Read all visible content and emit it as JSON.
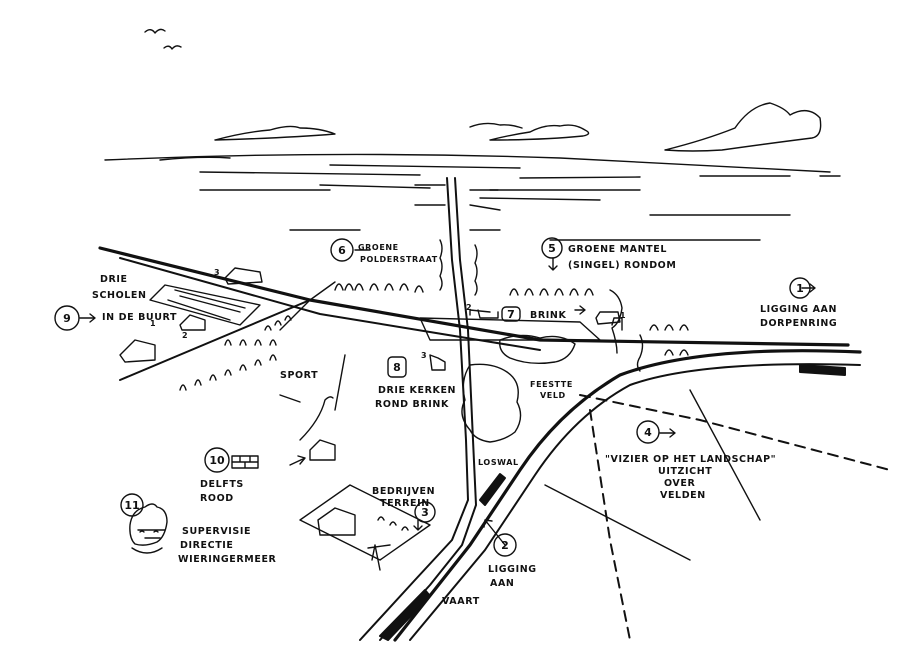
{
  "markers": [
    {
      "number": "1",
      "lines": [
        "LIGGING AAN",
        "DORPENRING"
      ]
    },
    {
      "number": "2",
      "lines": [
        "LIGGING",
        "AAN",
        "VAART"
      ]
    },
    {
      "number": "3",
      "lines": [
        "BEDRIJVEN",
        "TERREIN"
      ]
    },
    {
      "number": "4",
      "lines": [
        "\"VIZIER OP HET LANDSCHAP\"",
        "UITZICHT",
        "OVER",
        "VELDEN"
      ]
    },
    {
      "number": "5",
      "lines": [
        "GROENE MANTEL",
        "(SINGEL) RONDOM"
      ]
    },
    {
      "number": "6",
      "lines": [
        "GROENE",
        "POLDERSTRAAT"
      ]
    },
    {
      "number": "7",
      "lines": [
        "BRINK"
      ]
    },
    {
      "number": "8",
      "lines": [
        "DRIE KERKEN",
        "ROND BRINK"
      ]
    },
    {
      "number": "9",
      "lines": [
        "DRIE",
        "SCHOLEN",
        "IN DE BUURT"
      ]
    },
    {
      "number": "10",
      "lines": [
        "DELFTS",
        "ROOD"
      ]
    },
    {
      "number": "11",
      "lines": [
        "SUPERVISIE",
        "DIRECTIE",
        "WIERINGERMEER"
      ]
    }
  ],
  "labels": {
    "sport": "SPORT",
    "feest_veld": [
      "FEESTTE",
      "VELD"
    ],
    "loswal": "LOSWAL",
    "mini_numbers": [
      "3",
      "2",
      "1",
      "3",
      "2",
      "1"
    ]
  },
  "icons": [
    "bird-icon",
    "cloud-icon",
    "tree-icon",
    "house-icon",
    "church-icon",
    "face-icon",
    "brick-icon",
    "crane-icon"
  ],
  "colors": {
    "ink": "#111111",
    "paper": "#ffffff"
  }
}
